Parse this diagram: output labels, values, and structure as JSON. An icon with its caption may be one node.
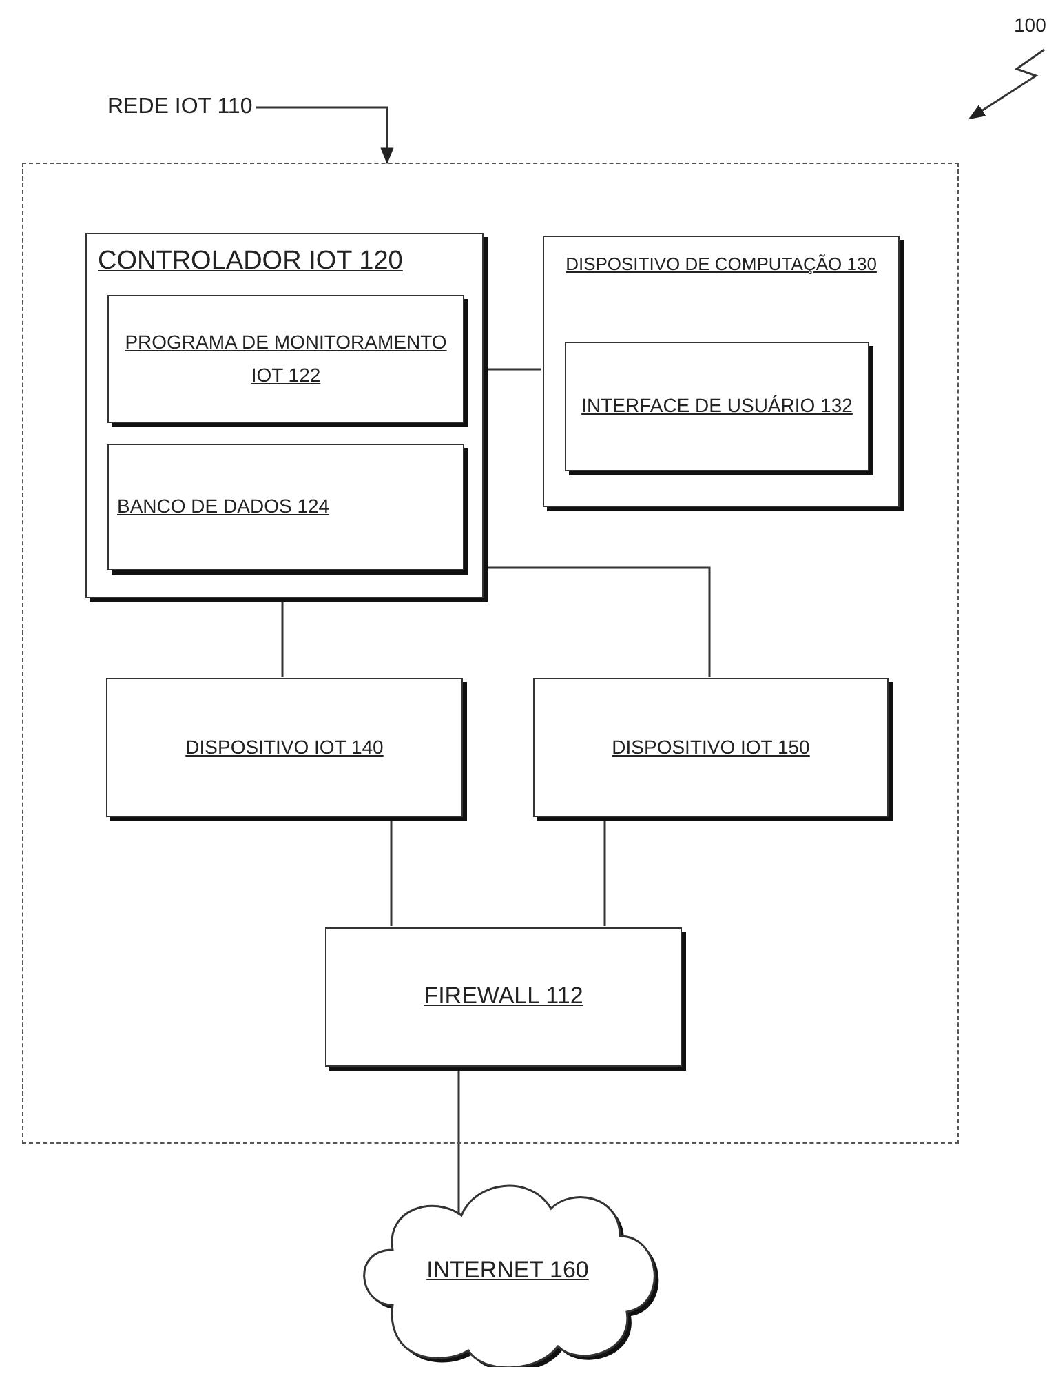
{
  "diagram": {
    "nodes": [
      {
        "text": [
          "100"
        ]
      },
      {
        "text": [
          "REDE IOT 110"
        ]
      },
      {
        "text": [],
        "shape": "box"
      },
      {
        "text": [
          "CONTROLADOR IOT 120"
        ],
        "in": 2
      },
      {
        "text": [
          "PROGRAMA DE MONITORAMENTO IOT 122"
        ],
        "in": 3
      },
      {
        "text": [
          "BANCO DE DADOS 124"
        ],
        "in": 3
      },
      {
        "text": [
          "DISPOSITIVO DE COMPUTAÇÃO 130"
        ],
        "in": 2
      },
      {
        "text": [
          "INTERFACE DE USUÁRIO 132"
        ],
        "in": 6
      },
      {
        "text": [
          "DISPOSITIVO IOT 140"
        ],
        "in": 2
      },
      {
        "text": [
          "DISPOSITIVO IOT 150"
        ],
        "in": 2
      },
      {
        "text": [
          "FIREWALL 112"
        ],
        "in": 2
      },
      {
        "text": [
          "INTERNET 160"
        ]
      }
    ],
    "edges": [
      {
        "from": 0,
        "to": null,
        "arrow": "to"
      },
      {
        "from": 1,
        "to": 2,
        "arrow": "to"
      },
      {
        "from": 3,
        "to": 6,
        "arrow": "none"
      },
      {
        "from": 3,
        "to": 8,
        "arrow": "none"
      },
      {
        "from": 3,
        "to": 9,
        "arrow": "none"
      },
      {
        "from": 8,
        "to": 10,
        "arrow": "none"
      },
      {
        "from": 9,
        "to": 10,
        "arrow": "none"
      },
      {
        "from": 10,
        "to": 11,
        "arrow": "none"
      }
    ]
  }
}
